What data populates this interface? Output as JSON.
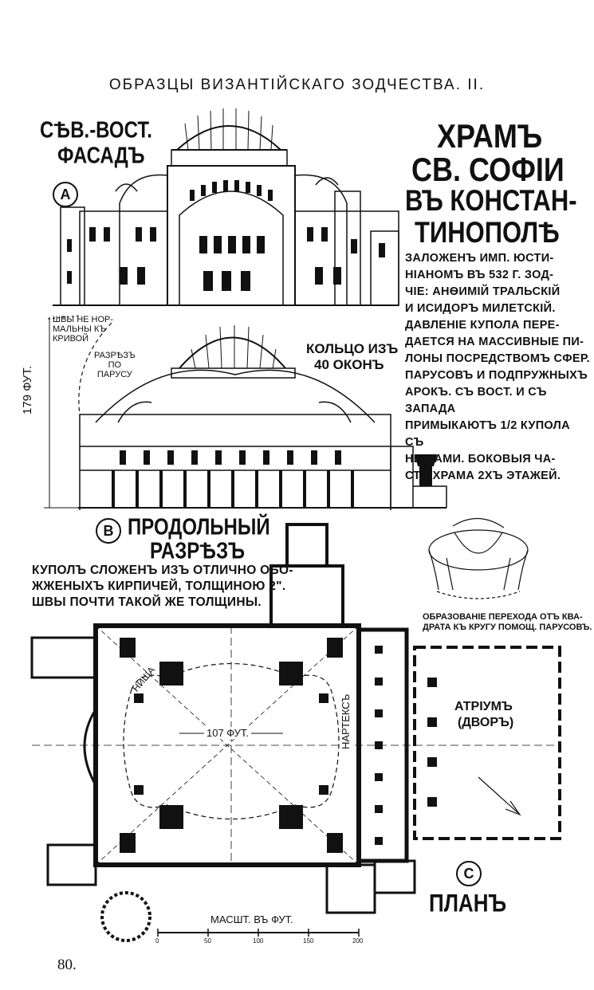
{
  "page": {
    "header": "ОБРАЗЦЫ ВИЗАНТІЙСКАГО ЗОДЧЕСТВА. II.",
    "page_number": "80."
  },
  "section_a": {
    "label": "СѢВ.-ВОСТ.",
    "label2": "ФАСАДЪ",
    "marker": "A"
  },
  "title": {
    "line1": "ХРАМЪ",
    "line2": "СВ. СОФІИ",
    "line3": "ВЪ КОНСТАН-",
    "line4": "ТИНОПОЛѢ"
  },
  "description": [
    "ЗАЛОЖЕНЪ ИМП. ЮСТИ-",
    "НІАНОМЪ ВЪ 532 Г. ЗОД-",
    "ЧІЕ: АНѲИМІЙ ТРАЛЬСКІЙ",
    "И ИСИДОРЪ МИЛЕТСКІЙ.",
    "ДАВЛЕНІЕ КУПОЛА ПЕРЕ-",
    "ДАЕТСЯ НА МАССИВНЫЕ ПИ-",
    "ЛОНЫ ПОСРЕДСТВОМЪ СФЕР.",
    "ПАРУСОВЪ И ПОДПРУЖНЫХЪ",
    "АРОКЪ. СЪ ВОСТ. И СЪ ЗАПАДА",
    "ПРИМЫКАЮТЪ 1/2 КУПОЛА СЪ",
    "НИШАМИ. БОКОВЫЯ ЧА-",
    "СТИ ХРАМА 2ХЪ ЭТАЖЕЙ."
  ],
  "section_b": {
    "notes": {
      "seams": "ШВЫ НЕ НОР-",
      "seams2": "МАЛЬНЫ КЪ",
      "seams3": "КРИВОЙ",
      "sail_section": "РАЗРѢЗЪ",
      "sail_section2": "ПО",
      "sail_section3": "ПАРУСУ",
      "ring": "КОЛЬЦО ИЗЪ",
      "ring2": "40 ОКОНЪ",
      "height": "179 ФУТ."
    },
    "marker": "B",
    "label": "ПРОДОЛЬНЫЙ",
    "label2": "РАЗРѢЗЪ",
    "dome_note": [
      "КУПОЛЪ СЛОЖЕНЪ ИЗЪ ОТЛИЧНО ОБО-",
      "ЖЖЕНЫХЪ КИРПИЧЕЙ, ТОЛЩИНОЮ 2\".",
      "ШВЫ ПОЧТИ ТАКОЙ ЖЕ ТОЛЩИНЫ."
    ]
  },
  "pendentive_note": {
    "line1": "ОБРАЗОВАНІЕ ПЕРЕХОДА ОТЪ КВА-",
    "line2": "ДРАТА КЪ КРУГУ ПОМОЩ. ПАРУСОВЪ."
  },
  "section_c": {
    "niche": "НИША",
    "span": "107 ФУТ.",
    "narthex": "НАРТЕКСЪ",
    "atrium": "АТРІУМЪ",
    "atrium2": "(ДВОРЪ)",
    "marker": "C",
    "label": "ПЛАНЪ",
    "scale_label": "МАСШТ. ВЪ ФУТ.",
    "scale_ticks": [
      "0",
      "50",
      "100",
      "150",
      "200"
    ]
  }
}
